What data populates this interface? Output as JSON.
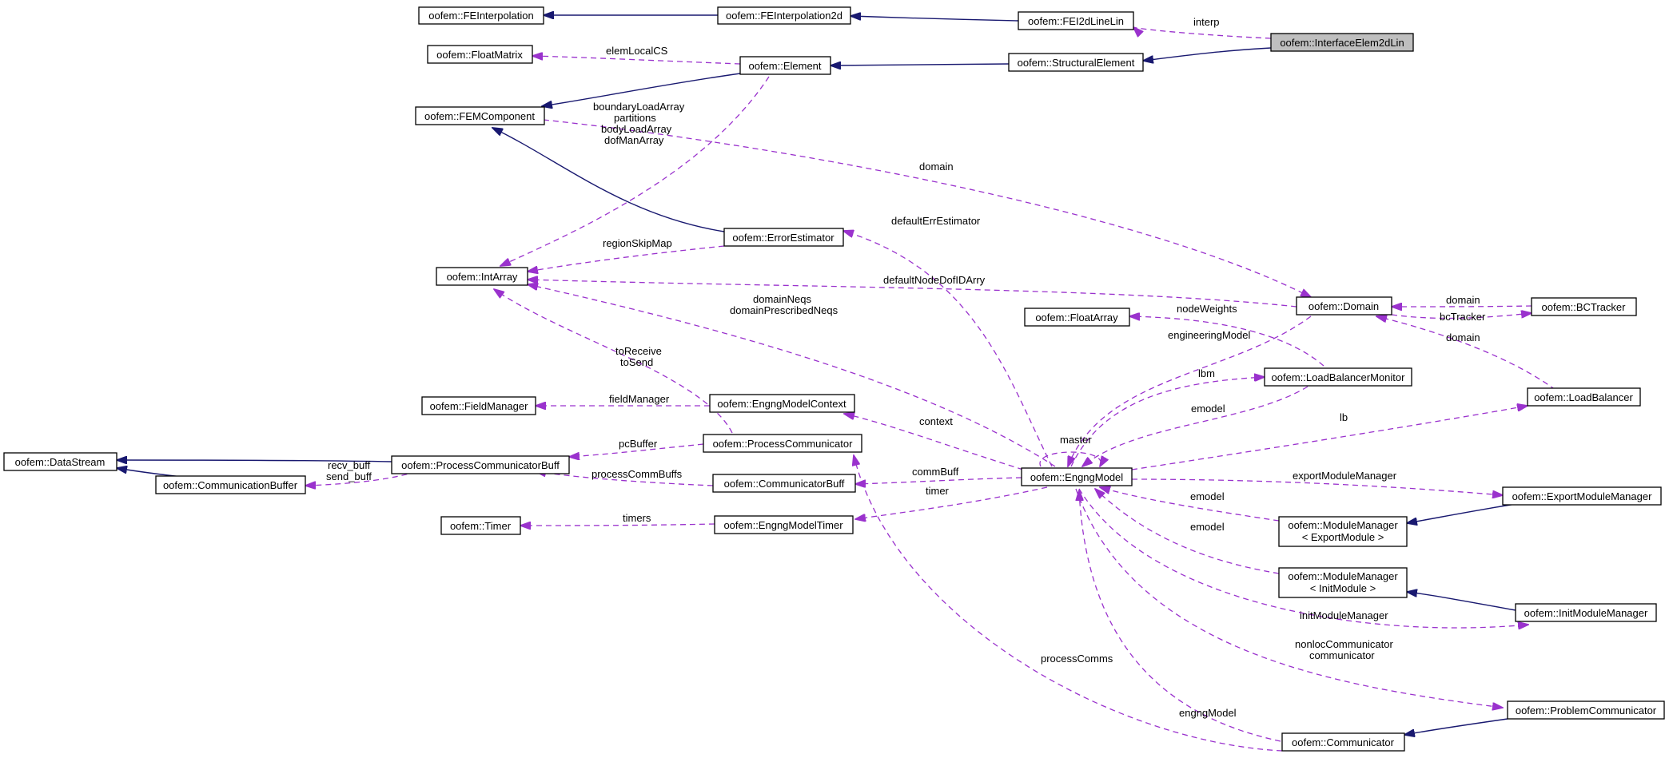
{
  "diagram": {
    "nodes": {
      "FEInterpolation": {
        "label": "oofem::FEInterpolation"
      },
      "FEInterpolation2d": {
        "label": "oofem::FEInterpolation2d"
      },
      "FEI2dLineLin": {
        "label": "oofem::FEI2dLineLin"
      },
      "InterfaceElem2dLin": {
        "label": "oofem::InterfaceElem2dLin"
      },
      "FloatMatrix": {
        "label": "oofem::FloatMatrix"
      },
      "Element": {
        "label": "oofem::Element"
      },
      "StructuralElement": {
        "label": "oofem::StructuralElement"
      },
      "FEMComponent": {
        "label": "oofem::FEMComponent"
      },
      "IntArray": {
        "label": "oofem::IntArray"
      },
      "ErrorEstimator": {
        "label": "oofem::ErrorEstimator"
      },
      "Domain": {
        "label": "oofem::Domain"
      },
      "BCTracker": {
        "label": "oofem::BCTracker"
      },
      "FloatArray": {
        "label": "oofem::FloatArray"
      },
      "LoadBalancerMonitor": {
        "label": "oofem::LoadBalancerMonitor"
      },
      "LoadBalancer": {
        "label": "oofem::LoadBalancer"
      },
      "FieldManager": {
        "label": "oofem::FieldManager"
      },
      "EngngModelContext": {
        "label": "oofem::EngngModelContext"
      },
      "DataStream": {
        "label": "oofem::DataStream"
      },
      "ProcessCommunicatorBuff": {
        "label": "oofem::ProcessCommunicatorBuff"
      },
      "ProcessCommunicator": {
        "label": "oofem::ProcessCommunicator"
      },
      "CommunicationBuffer": {
        "label": "oofem::CommunicationBuffer"
      },
      "CommunicatorBuff": {
        "label": "oofem::CommunicatorBuff"
      },
      "EngngModel": {
        "label": "oofem::EngngModel"
      },
      "ExportModuleManager": {
        "label": "oofem::ExportModuleManager"
      },
      "Timer": {
        "label": "oofem::Timer"
      },
      "EngngModelTimer": {
        "label": "oofem::EngngModelTimer"
      },
      "ModuleManagerExport": {
        "label_line1": "oofem::ModuleManager",
        "label_line2": "< ExportModule >"
      },
      "ModuleManagerInit": {
        "label_line1": "oofem::ModuleManager",
        "label_line2": "< InitModule >"
      },
      "InitModuleManager": {
        "label": "oofem::InitModuleManager"
      },
      "ProblemCommunicator": {
        "label": "oofem::ProblemCommunicator"
      },
      "Communicator": {
        "label": "oofem::Communicator"
      }
    },
    "edge_labels": {
      "interp": "interp",
      "elemLocalCS": "elemLocalCS",
      "intarray_fem_1": "boundaryLoadArray",
      "intarray_fem_2": "partitions",
      "intarray_fem_3": "bodyLoadArray",
      "intarray_fem_4": "dofManArray",
      "domain_fem": "domain",
      "defaultErrEstimator": "defaultErrEstimator",
      "regionSkipMap": "regionSkipMap",
      "defaultNodeDofIDArry": "defaultNodeDofIDArry",
      "domainNeqs_1": "domainNeqs",
      "domainNeqs_2": "domainPrescribedNeqs",
      "nodeWeights": "nodeWeights",
      "domain_bctracker": "domain",
      "bcTracker": "bcTracker",
      "domain_lb": "domain",
      "engineeringModel": "engineeringModel",
      "lbm": "lbm",
      "emodel_lbm": "emodel",
      "lb": "lb",
      "toReceive_1": "toReceive",
      "toReceive_2": "toSend",
      "fieldManager": "fieldManager",
      "context": "context",
      "master": "master",
      "pcBuffer": "pcBuffer",
      "recvsend_1": "recv_buff",
      "recvsend_2": "send_buff",
      "processCommBuffs": "processCommBuffs",
      "commBuff": "commBuff",
      "timer": "timer",
      "timers": "timers",
      "exportModuleManager": "exportModuleManager",
      "emodel_export": "emodel",
      "emodel_init": "emodel",
      "initModuleManager": "initModuleManager",
      "nonloc_1": "nonlocCommunicator",
      "nonloc_2": "communicator",
      "processComms": "processComms",
      "engngModel": "engngModel"
    },
    "colors": {
      "inheritance_edge": "#191970",
      "usage_edge": "#9a32cd",
      "highlight_node": "#bfbfbf"
    }
  }
}
